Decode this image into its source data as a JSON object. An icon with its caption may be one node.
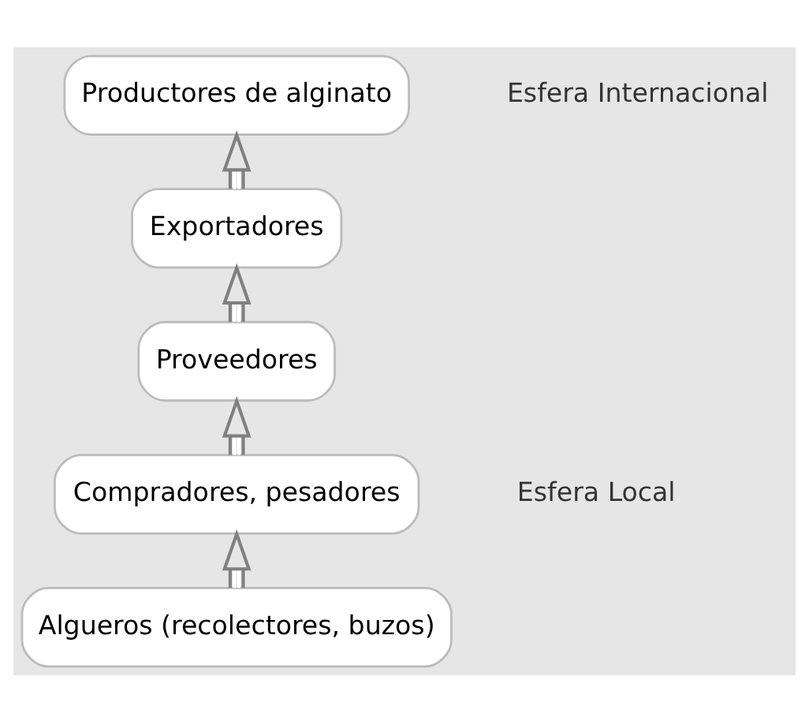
{
  "diagram": {
    "nodes": [
      {
        "text": [
          "Productores de alginato"
        ]
      },
      {
        "text": [
          "Exportadores"
        ]
      },
      {
        "text": [
          "Proveedores"
        ]
      },
      {
        "text": [
          "Compradores, pesadores"
        ]
      },
      {
        "text": [
          "Algueros (recolectores, buzos)"
        ]
      }
    ],
    "edges": [
      {
        "from": 4,
        "to": 3,
        "arrow": "to"
      },
      {
        "from": 3,
        "to": 2,
        "arrow": "to"
      },
      {
        "from": 2,
        "to": 1,
        "arrow": "to"
      },
      {
        "from": 1,
        "to": 0,
        "arrow": "to"
      }
    ],
    "labels": [
      "Esfera Internacional",
      "Esfera Local"
    ]
  }
}
